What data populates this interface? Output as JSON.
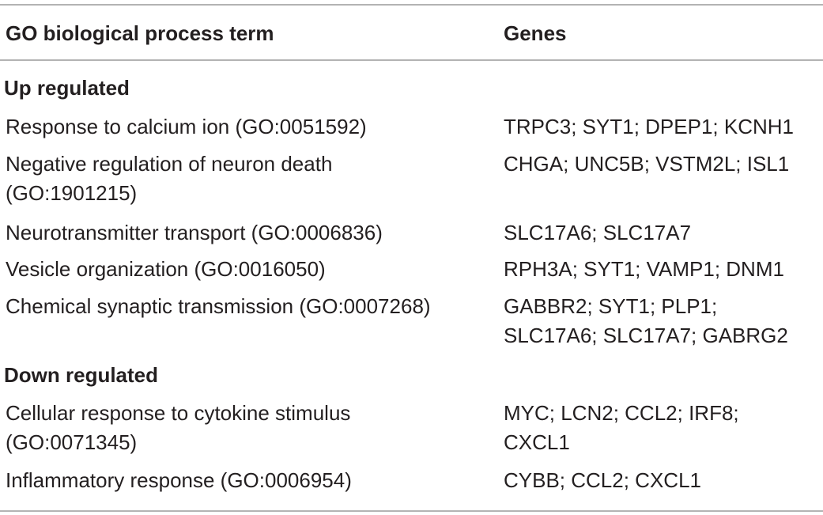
{
  "table": {
    "headers": {
      "term": "GO biological process term",
      "genes": "Genes"
    },
    "sections": [
      {
        "title": "Up regulated",
        "rows": [
          {
            "term": [
              "Response to calcium ion (GO:0051592)"
            ],
            "genes": [
              "TRPC3; SYT1; DPEP1; KCNH1"
            ]
          },
          {
            "term": [
              "Negative regulation of neuron death",
              "(GO:1901215)"
            ],
            "genes": [
              "CHGA; UNC5B; VSTM2L; ISL1"
            ]
          },
          {
            "term": [
              "Neurotransmitter transport (GO:0006836)"
            ],
            "genes": [
              "SLC17A6; SLC17A7"
            ]
          },
          {
            "term": [
              "Vesicle organization (GO:0016050)"
            ],
            "genes": [
              "RPH3A; SYT1; VAMP1; DNM1"
            ]
          },
          {
            "term": [
              "Chemical synaptic transmission (GO:0007268)"
            ],
            "genes": [
              "GABBR2; SYT1; PLP1;",
              "SLC17A6; SLC17A7; GABRG2"
            ]
          }
        ]
      },
      {
        "title": "Down regulated",
        "rows": [
          {
            "term": [
              "Cellular response to cytokine stimulus",
              "(GO:0071345)"
            ],
            "genes": [
              "MYC; LCN2; CCL2; IRF8;",
              "CXCL1"
            ]
          },
          {
            "term": [
              "Inflammatory response (GO:0006954)"
            ],
            "genes": [
              "CYBB; CCL2; CXCL1"
            ]
          }
        ]
      }
    ]
  }
}
